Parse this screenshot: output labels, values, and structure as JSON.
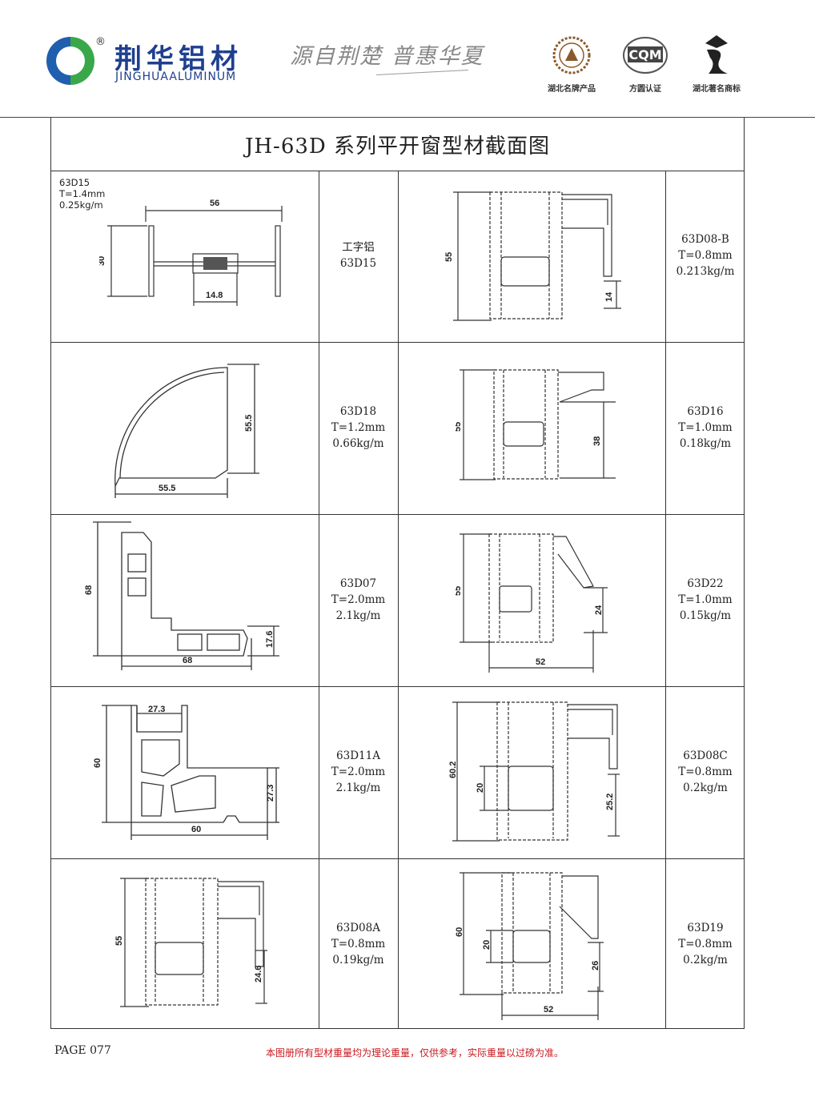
{
  "header": {
    "reg_mark": "®",
    "brand_cn": "荆华铝材",
    "brand_en": "JINGHUAALUMINUM",
    "slogan": "源自荆楚  普惠华夏",
    "certs": [
      {
        "caption": "湖北名牌产品",
        "icon": "hubei-brand-seal-icon"
      },
      {
        "caption": "方圆认证",
        "icon": "cqm-certification-icon",
        "text": "CQM"
      },
      {
        "caption": "湖北著名商标",
        "icon": "famous-trademark-icon"
      }
    ],
    "colors": {
      "brand_blue": "#1f3f8f",
      "logo_green": "#3aa84a",
      "logo_blue": "#1f5fae"
    }
  },
  "title": "JH-63D 系列平开窗型材截面图",
  "spec_63d15": {
    "code": "63D15",
    "thickness": "T=1.4mm",
    "weight": "0.25kg/m"
  },
  "dims": {
    "d15": {
      "w": "56",
      "h": "30",
      "inner": "14.8"
    },
    "d08b": {
      "h": "55",
      "sub": "14"
    },
    "d18": {
      "h": "55.5",
      "w": "55.5"
    },
    "d16": {
      "h": "55",
      "sub": "38"
    },
    "d07": {
      "h": "68",
      "w": "68",
      "sub": "17.6"
    },
    "d22": {
      "h": "55",
      "sub": "24",
      "w": "52"
    },
    "d11a": {
      "top": "27.3",
      "h": "60",
      "w": "60",
      "sub": "27.3"
    },
    "d08c": {
      "h": "60.2",
      "mid": "20",
      "sub": "25.2"
    },
    "d08a": {
      "h": "55",
      "sub": "24.6"
    },
    "d19": {
      "h": "60",
      "mid": "20",
      "sub": "26",
      "w": "52"
    }
  },
  "rows": [
    {
      "left_label": [
        "工字铝",
        "63D15"
      ],
      "right_label": [
        "63D08-B",
        "T=0.8mm",
        "0.213kg/m"
      ]
    },
    {
      "left_label": [
        "63D18",
        "T=1.2mm",
        "0.66kg/m"
      ],
      "right_label": [
        "63D16",
        "T=1.0mm",
        "0.18kg/m"
      ]
    },
    {
      "left_label": [
        "63D07",
        "T=2.0mm",
        "2.1kg/m"
      ],
      "right_label": [
        "63D22",
        "T=1.0mm",
        "0.15kg/m"
      ]
    },
    {
      "left_label": [
        "63D11A",
        "T=2.0mm",
        "2.1kg/m"
      ],
      "right_label": [
        "63D08C",
        "T=0.8mm",
        "0.2kg/m"
      ]
    },
    {
      "left_label": [
        "63D08A",
        "T=0.8mm",
        "0.19kg/m"
      ],
      "right_label": [
        "63D19",
        "T=0.8mm",
        "0.2kg/m"
      ]
    }
  ],
  "footer": {
    "page": "PAGE 077",
    "note": "本图册所有型材重量均为理论重量，仅供参考，实际重量以过磅为准。"
  }
}
